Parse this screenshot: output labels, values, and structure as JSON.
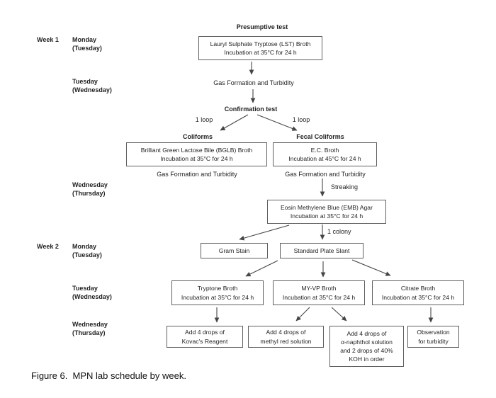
{
  "colors": {
    "background": "#ffffff",
    "box_border": "#5f5f5f",
    "text": "#1f1f1f",
    "arrow": "#454545"
  },
  "caption": "Figure 6.  MPN lab schedule by week.",
  "headings": {
    "presumptive_test": "Presumptive test",
    "confirmation_test": "Confirmation test",
    "coliforms": "Coliforms",
    "fecal_coliforms": "Fecal Coliforms"
  },
  "flow_labels": {
    "gas_formation_top": "Gas Formation and Turbidity",
    "gas_formation_left": "Gas Formation and Turbidity",
    "gas_formation_right": "Gas Formation and Turbidity",
    "loop_left": "1 loop",
    "loop_right": "1 loop",
    "streaking": "Streaking",
    "one_colony": "1 colony"
  },
  "schedule_rows": [
    {
      "week": "Week 1",
      "day": "Monday",
      "alt_day": "(Tuesday)"
    },
    {
      "week": "",
      "day": "Tuesday",
      "alt_day": "(Wednesday)"
    },
    {
      "week": "",
      "day": "Wednesday",
      "alt_day": "(Thursday)"
    },
    {
      "week": "Week 2",
      "day": "Monday",
      "alt_day": "(Tuesday)"
    },
    {
      "week": "",
      "day": "Tuesday",
      "alt_day": "(Wednesday)"
    },
    {
      "week": "",
      "day": "Wednesday",
      "alt_day": "(Thursday)"
    }
  ],
  "boxes": {
    "lst": {
      "lines": [
        "Lauryl Sulphate Tryptose (LST) Broth",
        "Incubation at 35°C for 24 h"
      ]
    },
    "bglb": {
      "lines": [
        "Brilliant Green Lactose Bile (BGLB) Broth",
        "Incubation at 35°C for 24 h"
      ]
    },
    "ec": {
      "lines": [
        "E.C. Broth",
        "Incubation at 45°C for 24 h"
      ]
    },
    "emb": {
      "lines": [
        "Eosin Methylene Blue (EMB) Agar",
        "Incubation at 35°C for 24 h"
      ]
    },
    "gram": {
      "lines": [
        "Gram Stain"
      ]
    },
    "std_plate": {
      "lines": [
        "Standard Plate Slant"
      ]
    },
    "tryptone": {
      "lines": [
        "Tryptone Broth",
        "Incubation at 35°C for 24 h"
      ]
    },
    "myvp": {
      "lines": [
        "MY-VP Broth",
        "Incubation at 35°C for 24 h"
      ]
    },
    "citrate": {
      "lines": [
        "Citrate Broth",
        "Incubation at 35°C for 24 h"
      ]
    },
    "kovac": {
      "lines": [
        "Add 4 drops of",
        "Kovac's Reagent"
      ]
    },
    "methyl_red": {
      "lines": [
        "Add 4 drops of",
        "methyl red solution"
      ]
    },
    "naphthol": {
      "lines": [
        "Add 4 drops of",
        "α-naphthol solution",
        "and 2 drops of 40%",
        "KOH in order"
      ]
    },
    "observation": {
      "lines": [
        "Observation",
        "for turbidity"
      ]
    }
  }
}
